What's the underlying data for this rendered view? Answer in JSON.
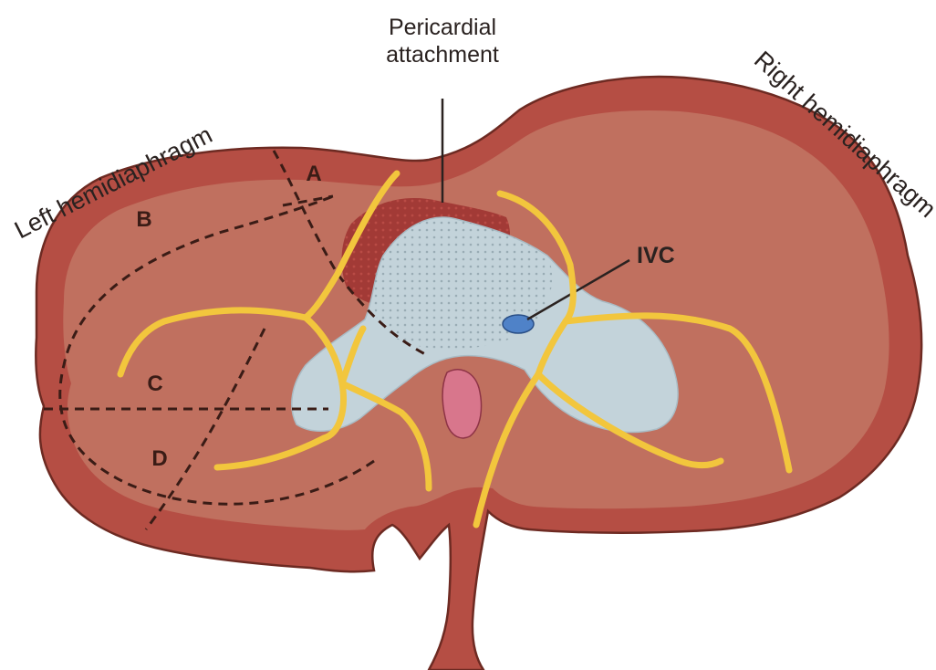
{
  "labels": {
    "pericardial_line1": "Pericardial",
    "pericardial_line2": "attachment",
    "left_hemidiaphragm": "Left hemidiaphragm",
    "right_hemidiaphragm": "Right hemidiaphragm",
    "ivc": "IVC",
    "region_a": "A",
    "region_b": "B",
    "region_c": "C",
    "region_d": "D"
  },
  "colors": {
    "diaphragm_edge": "#b54e44",
    "diaphragm_muscle": "#c0705f",
    "central_tendon": "#c3d3da",
    "pericardial_area": "#a23a36",
    "phrenic_nerve": "#f2c63d",
    "ivc": "#4f82c8",
    "esophagus": "#d8768c",
    "outline": "#6d2a22"
  }
}
